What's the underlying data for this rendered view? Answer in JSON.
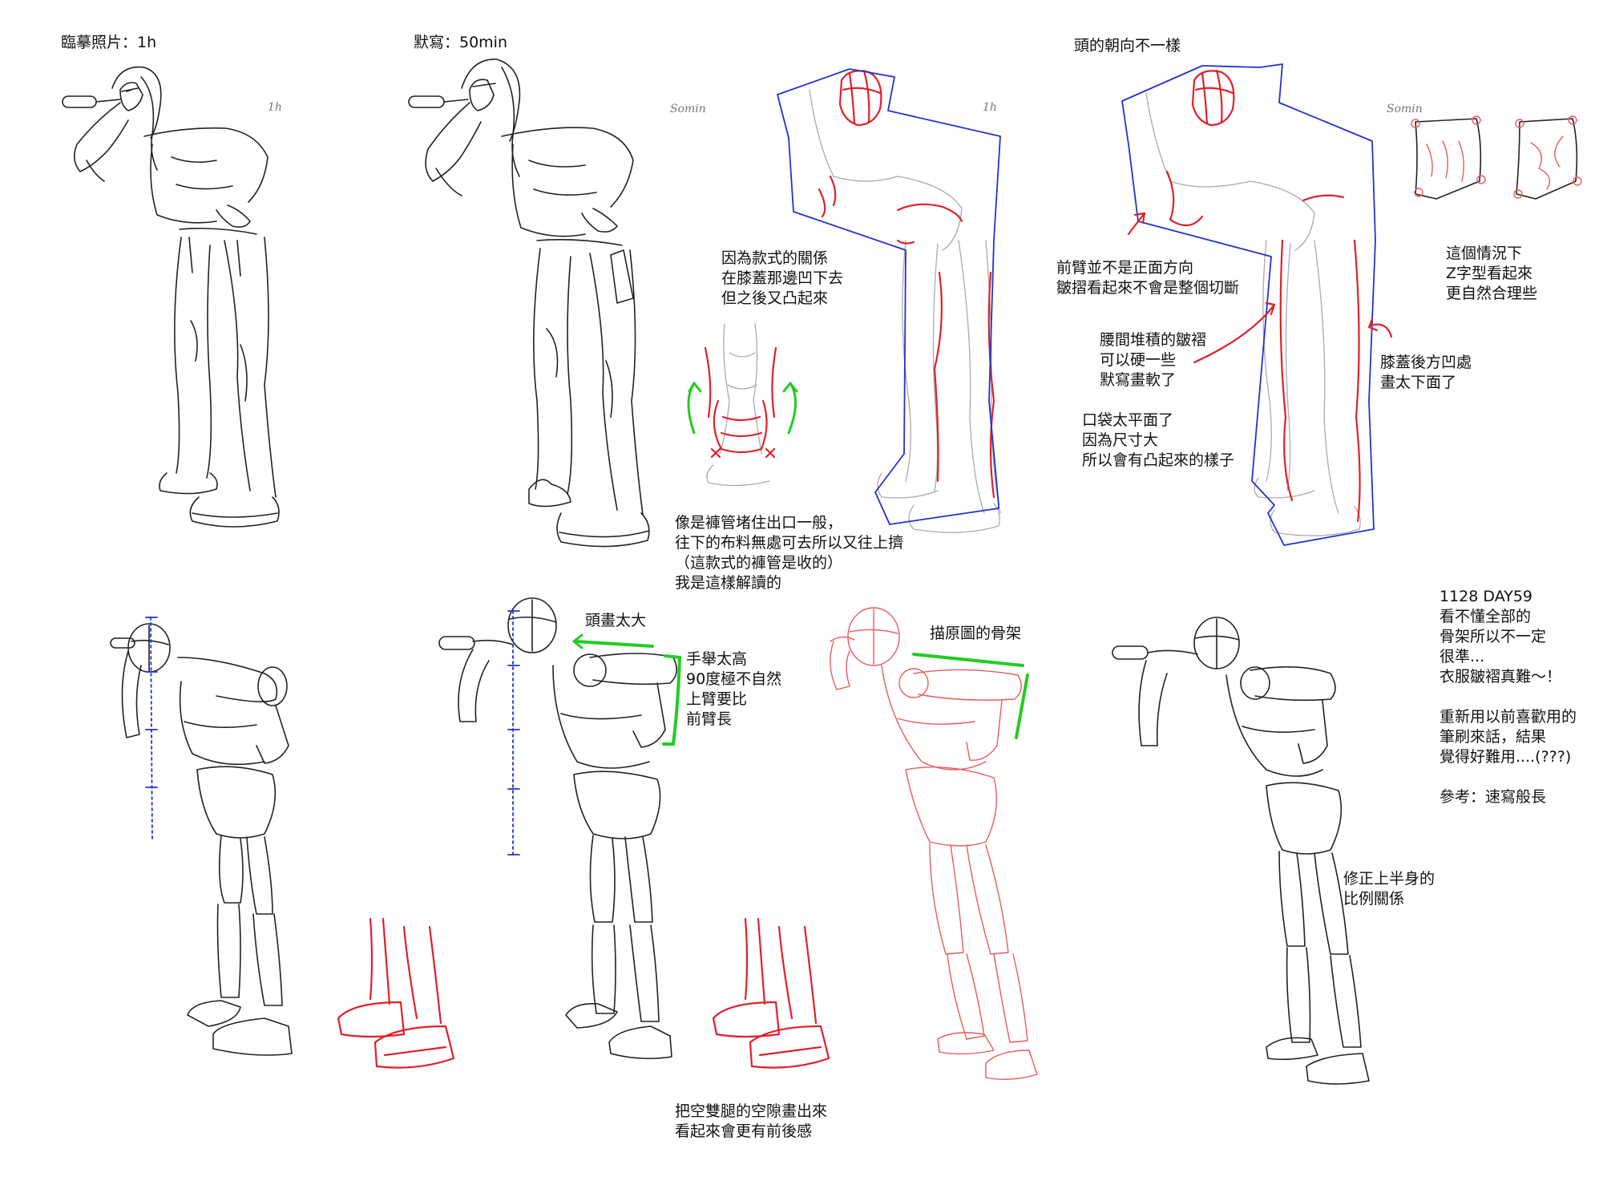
{
  "titles": {
    "reference_copy": "臨摹照片：1h",
    "memory_drawing": "默寫：50min",
    "head_direction": "頭的朝向不一樣"
  },
  "signatures": {
    "sig1": "1h",
    "sig2": "Somin",
    "sig3": "1h",
    "sig4": "Somin"
  },
  "notes": {
    "knee_reason": "因為款式的關係\n在膝蓋那邊凹下去\n但之後又凸起來",
    "pants_explain": "像是褲管堵住出口一般，\n往下的布料無處可去所以又往上擠\n（這款式的褲管是收的）\n我是這樣解讀的",
    "forearm": "前臂並不是正面方向\n皺摺看起來不會是整個切斷",
    "waist_folds": "腰間堆積的皺褶\n可以硬一些\n默寫畫軟了",
    "pocket": "口袋太平面了\n因為尺寸大\n所以會有凸起來的樣子",
    "knee_back": "膝蓋後方凹處\n畫太下面了",
    "z_shape": "這個情況下\nZ字型看起來\n更自然合理些",
    "head_too_big": "頭畫太大",
    "arm_too_high": "手舉太高\n90度極不自然\n上臂要比\n前臂長",
    "trace_skeleton": "描原圖的骨架",
    "leg_gap": "把空雙腿的空隙畫出來\n看起來會更有前後感",
    "fix_upper": "修正上半身的\n比例關係",
    "day_log": "1128 DAY59\n看不懂全部的\n骨架所以不一定\n很準...\n衣服皺褶真難～！\n\n重新用以前喜歡用的\n筆刷來話，結果\n覺得好難用....(???)\n\n參考：速寫般長"
  },
  "colors": {
    "ink": "#222222",
    "correction_red": "#e0202a",
    "outline_blue": "#2233cc",
    "highlight_green": "#22cc22"
  }
}
